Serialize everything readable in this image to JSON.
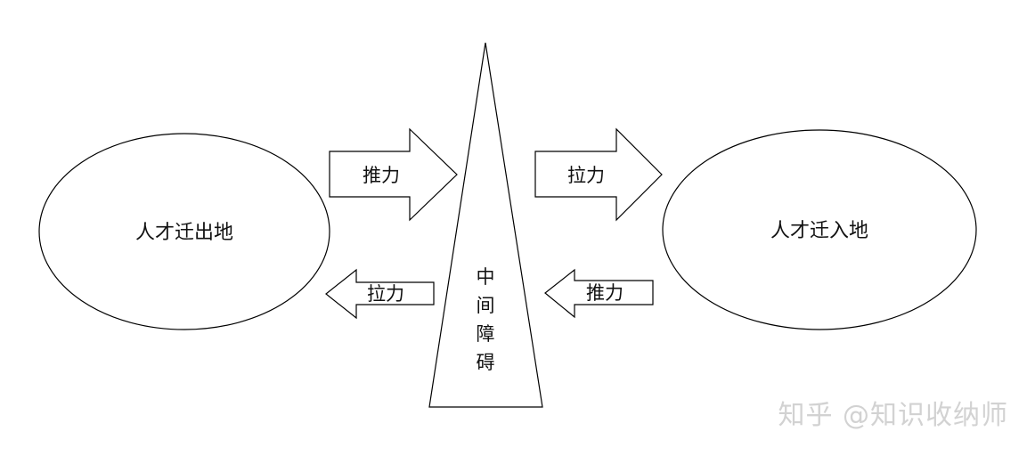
{
  "origin": {
    "label": "人才迁出地"
  },
  "destination": {
    "label": "人才迁入地"
  },
  "barrier": {
    "label_chars": [
      "中",
      "间",
      "障",
      "碍"
    ]
  },
  "arrows": {
    "origin_push": {
      "label": "推力",
      "direction": "right"
    },
    "destination_pull": {
      "label": "拉力",
      "direction": "right"
    },
    "origin_pull": {
      "label": "拉力",
      "direction": "left"
    },
    "destination_push": {
      "label": "推力",
      "direction": "left"
    }
  },
  "watermark": {
    "text": "知乎 @知识收纳师"
  }
}
